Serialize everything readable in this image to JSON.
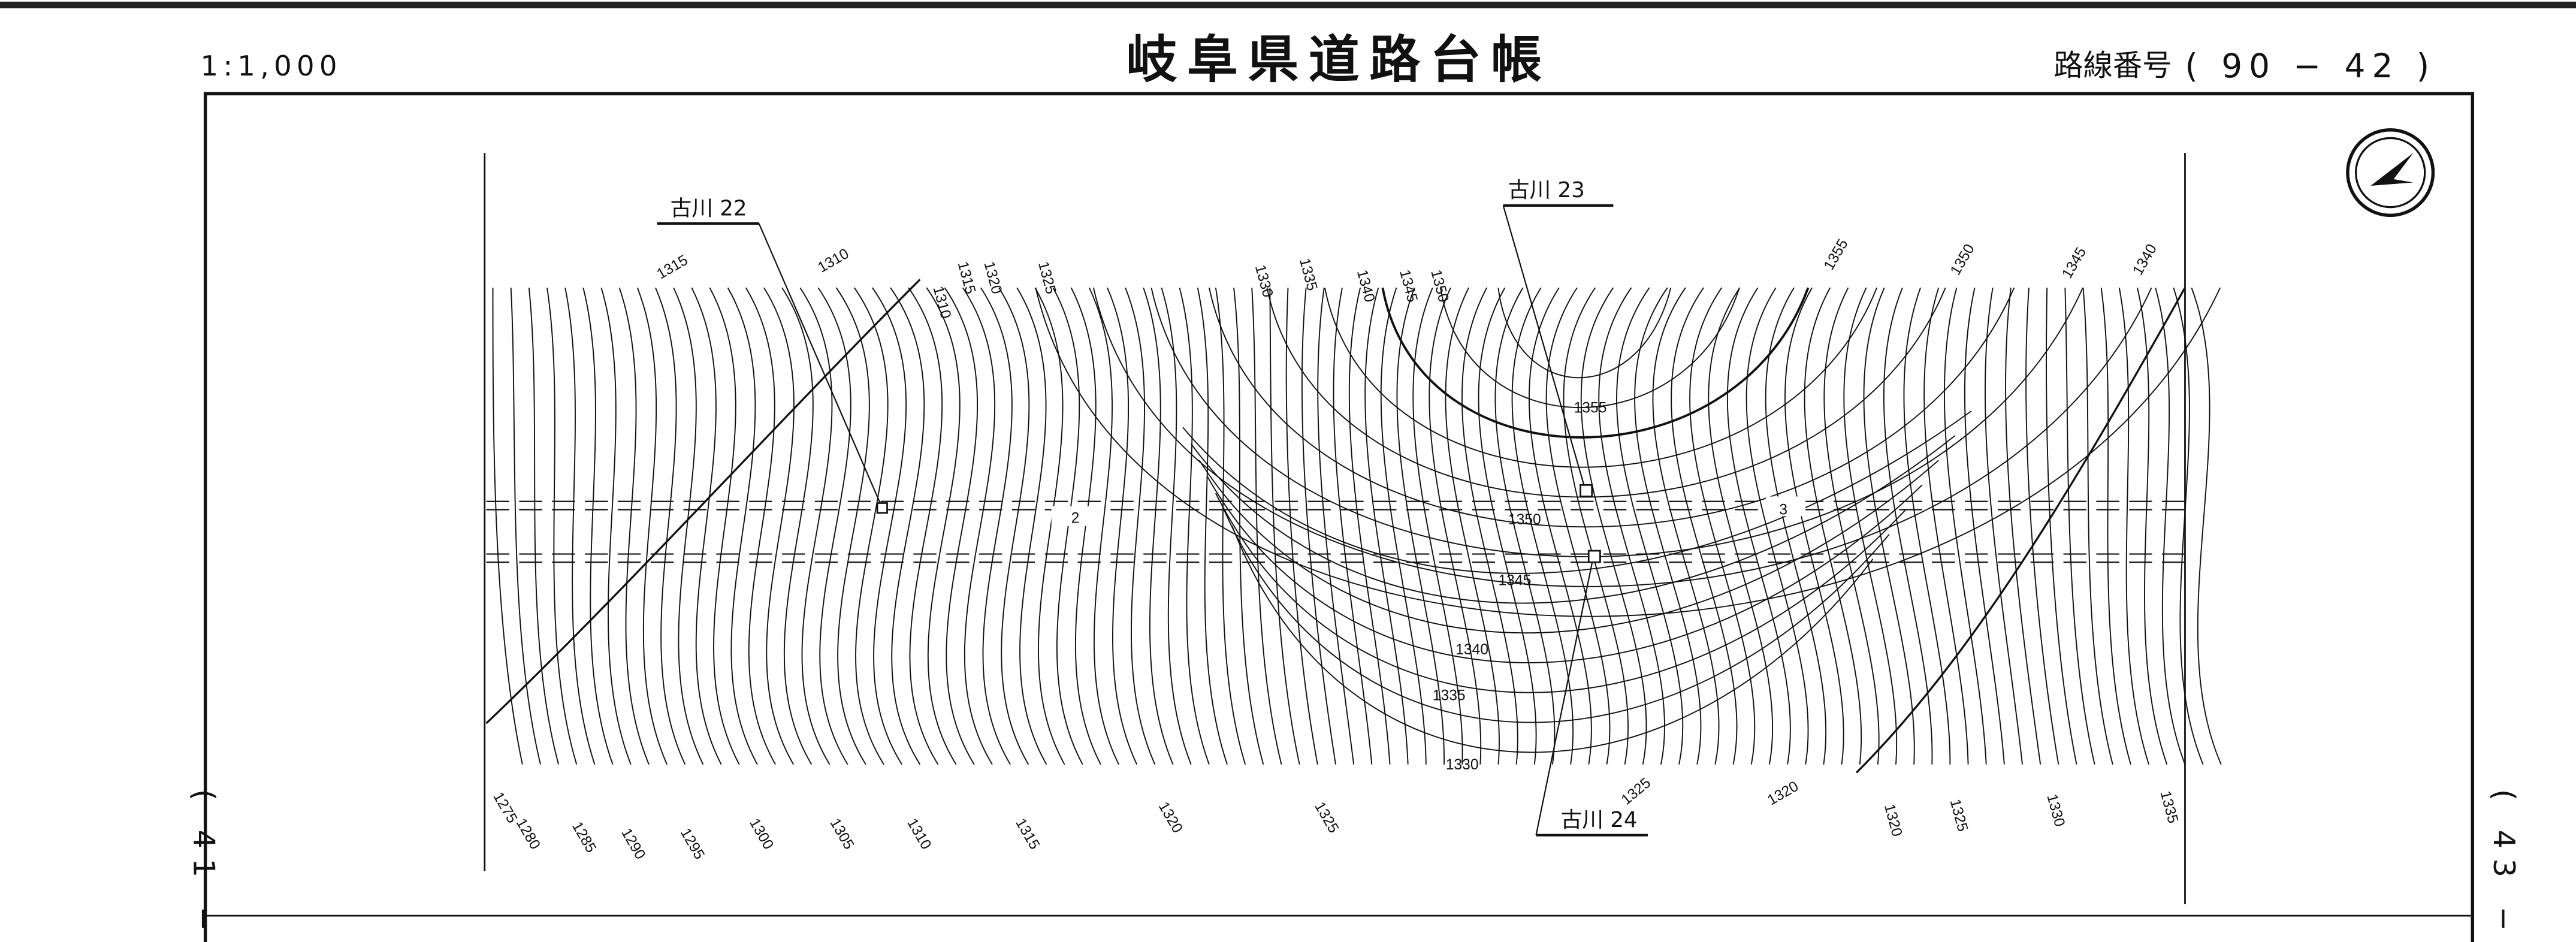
{
  "header": {
    "scale": "1:1,000",
    "title": "岐阜県道路台帳",
    "route_label": "路線番号",
    "route_number": "( 90 − 42 )"
  },
  "side": {
    "left_page": "( 41 −",
    "right_page": "( 43 −"
  },
  "markers": [
    {
      "label": "古川 22"
    },
    {
      "label": "古川 23"
    },
    {
      "label": "古川 24"
    }
  ],
  "road_sections": [
    "2",
    "3"
  ],
  "contour_labels_top": [
    "1315",
    "1310",
    "1310",
    "1315",
    "1320",
    "1325",
    "1330",
    "1335",
    "1340",
    "1345",
    "1350",
    "1355",
    "1350",
    "1345",
    "1340"
  ],
  "contour_labels_bottom": [
    "1275",
    "1280",
    "1285",
    "1290",
    "1295",
    "1300",
    "1305",
    "1310",
    "1315",
    "1320",
    "1325",
    "1325",
    "1320",
    "1320",
    "1325",
    "1330",
    "1335"
  ],
  "contour_labels_inner": [
    "1355",
    "1350",
    "1345",
    "1340",
    "1335",
    "1330"
  ],
  "compass": {
    "icon": "north-arrow-icon"
  }
}
